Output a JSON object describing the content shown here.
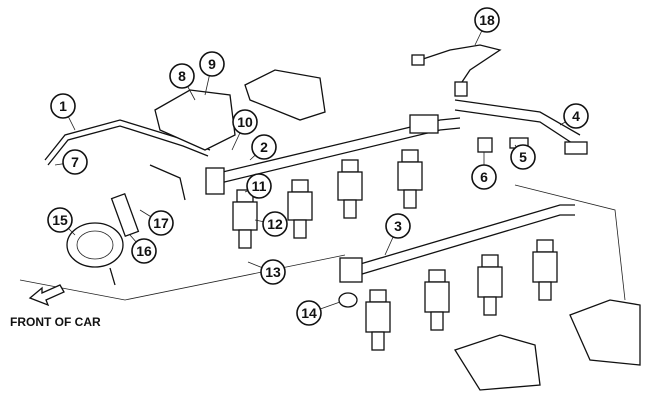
{
  "diagram": {
    "front_label": "FRONT OF CAR",
    "callouts": [
      "1",
      "2",
      "3",
      "4",
      "5",
      "6",
      "7",
      "8",
      "9",
      "10",
      "11",
      "12",
      "13",
      "14",
      "15",
      "16",
      "17",
      "18"
    ]
  }
}
